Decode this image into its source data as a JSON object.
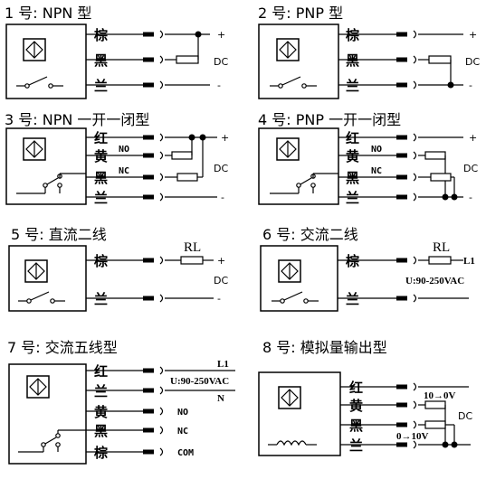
{
  "panels": [
    {
      "title": "1 号: NPN 型",
      "wires": [
        "棕",
        "黑",
        "兰"
      ],
      "polarity": [
        "+",
        "",
        "-"
      ],
      "supply": "DC"
    },
    {
      "title": "2 号: PNP 型",
      "wires": [
        "棕",
        "黑",
        "兰"
      ],
      "polarity": [
        "+",
        "",
        "-"
      ],
      "supply": "DC"
    },
    {
      "title": "3 号: NPN 一开一闭型",
      "wires": [
        "红",
        "黄",
        "黑",
        "兰"
      ],
      "contacts": [
        "NO",
        "NC"
      ],
      "polarity": [
        "+",
        "",
        "",
        "-"
      ],
      "supply": "DC"
    },
    {
      "title": "4 号: PNP 一开一闭型",
      "wires": [
        "红",
        "黄",
        "黑",
        "兰"
      ],
      "contacts": [
        "NO",
        "NC"
      ],
      "polarity": [
        "+",
        "",
        "",
        "-"
      ],
      "supply": "DC"
    },
    {
      "title": "5 号: 直流二线",
      "wires": [
        "棕",
        "兰"
      ],
      "load": "RL",
      "polarity": [
        "+",
        "-"
      ],
      "supply": "DC"
    },
    {
      "title": "6 号: 交流二线",
      "wires": [
        "棕",
        "兰"
      ],
      "load": "RL",
      "line": "L1",
      "voltage": "U:90-250VAC"
    },
    {
      "title": "7 号: 交流五线型",
      "wires": [
        "红",
        "兰",
        "黄",
        "黑",
        "棕"
      ],
      "line": "L1",
      "voltage": "U:90-250VAC",
      "neutral": "N",
      "outputs": [
        "NO",
        "NC",
        "COM"
      ]
    },
    {
      "title": "8 号: 模拟量输出型",
      "wires": [
        "红",
        "黄",
        "黑",
        "兰"
      ],
      "ranges": [
        "10→0V",
        "0→10V"
      ],
      "supply": "DC"
    }
  ]
}
